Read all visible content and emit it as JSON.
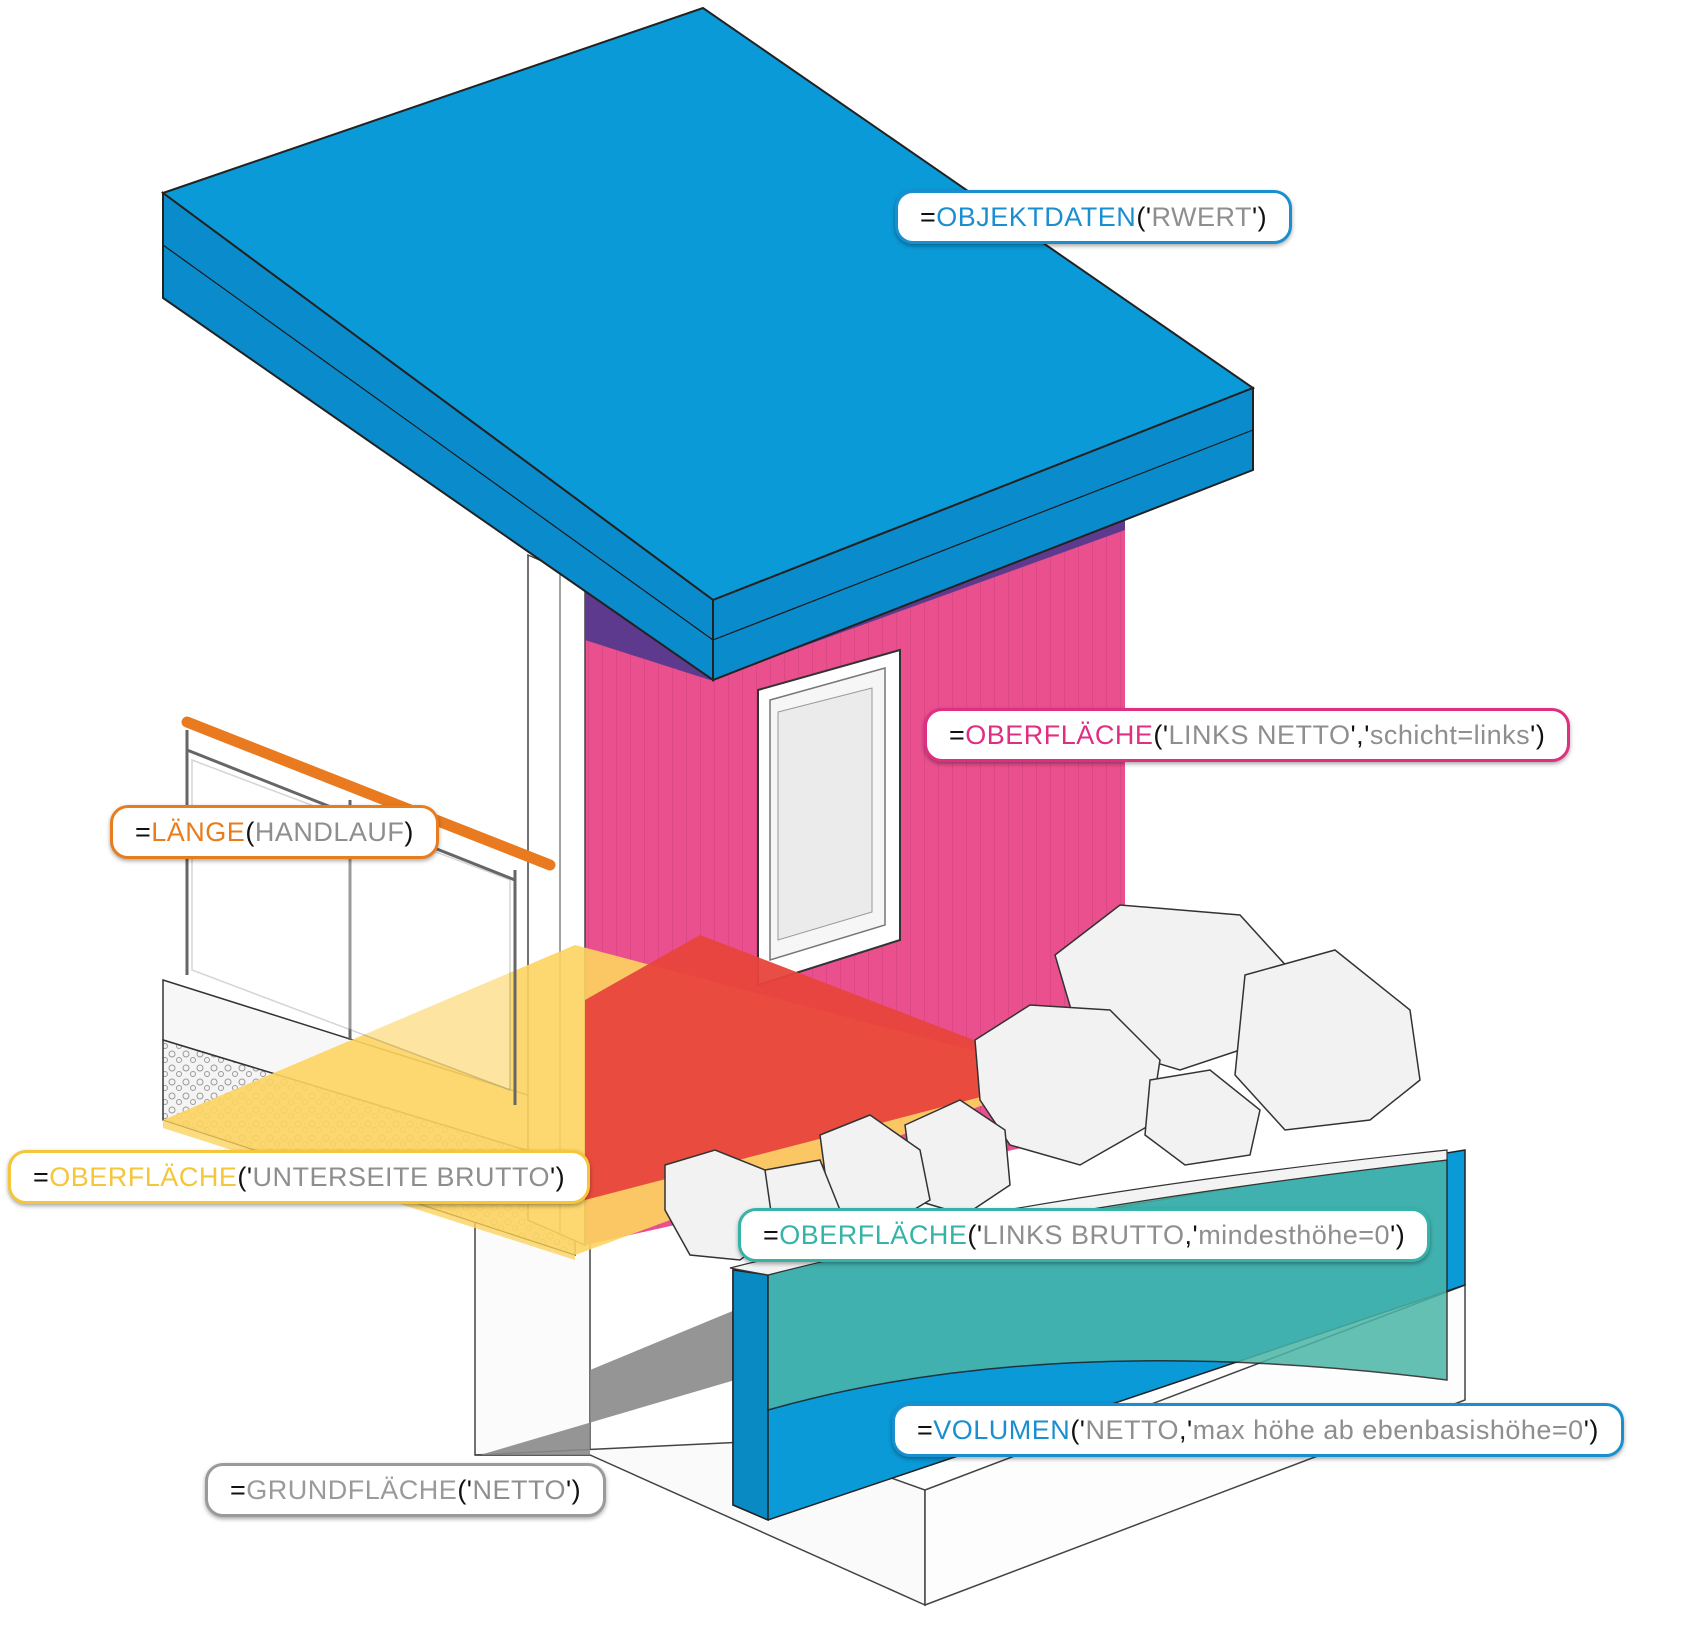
{
  "colors": {
    "roof": "#0a9ad8",
    "wall_left": "#ea4f8e",
    "overlap_purple": "#5e3a8e",
    "floor_yellow": "#fdd35f",
    "floor_red": "#e8453c",
    "handrail": "#ea7a1f",
    "teal": "#4bb6a8",
    "volume_blue": "#0a9ad8",
    "ground_gray": "#8a8a8a"
  },
  "callouts": [
    {
      "id": "objektdaten",
      "color": "#1a8fd0",
      "parts": [
        {
          "t": "=",
          "c": "black"
        },
        {
          "t": "OBJEKTDATEN",
          "c": "accent"
        },
        {
          "t": "(",
          "c": "black"
        },
        {
          "t": "'",
          "c": "black"
        },
        {
          "t": "RWERT",
          "c": "gray"
        },
        {
          "t": "')",
          "c": "black"
        }
      ]
    },
    {
      "id": "oberflaeche-links-netto",
      "color": "#df2f83",
      "parts": [
        {
          "t": "=",
          "c": "black"
        },
        {
          "t": "OBERFLÄCHE",
          "c": "accent"
        },
        {
          "t": "('",
          "c": "black"
        },
        {
          "t": "LINKS NETTO",
          "c": "gray"
        },
        {
          "t": "','",
          "c": "black"
        },
        {
          "t": "schicht=links",
          "c": "gray"
        },
        {
          "t": "')",
          "c": "black"
        }
      ]
    },
    {
      "id": "laenge-handlauf",
      "color": "#e87d1e",
      "parts": [
        {
          "t": "=",
          "c": "black"
        },
        {
          "t": "LÄNGE",
          "c": "accent"
        },
        {
          "t": "(",
          "c": "black"
        },
        {
          "t": "HANDLAUF",
          "c": "gray"
        },
        {
          "t": ")",
          "c": "black"
        }
      ]
    },
    {
      "id": "oberflaeche-unterseite-brutto",
      "color": "#f5c53a",
      "parts": [
        {
          "t": "=",
          "c": "black"
        },
        {
          "t": "OBERFLÄCHE",
          "c": "accent"
        },
        {
          "t": "('",
          "c": "black"
        },
        {
          "t": "UNTERSEITE BRUTTO",
          "c": "gray"
        },
        {
          "t": "')",
          "c": "black"
        }
      ]
    },
    {
      "id": "oberflaeche-links-brutto",
      "color": "#36b3a8",
      "parts": [
        {
          "t": "=",
          "c": "black"
        },
        {
          "t": "OBERFLÄCHE",
          "c": "accent"
        },
        {
          "t": "('",
          "c": "black"
        },
        {
          "t": "LINKS BRUTTO",
          "c": "gray"
        },
        {
          "t": ",'",
          "c": "black"
        },
        {
          "t": "mindesthöhe=0",
          "c": "gray"
        },
        {
          "t": "')",
          "c": "black"
        }
      ]
    },
    {
      "id": "volumen-netto",
      "color": "#1a8fd0",
      "parts": [
        {
          "t": "=",
          "c": "black"
        },
        {
          "t": "VOLUMEN",
          "c": "accent"
        },
        {
          "t": "('",
          "c": "black"
        },
        {
          "t": "NETTO",
          "c": "gray"
        },
        {
          "t": ",'",
          "c": "black"
        },
        {
          "t": "max höhe ab ebenbasishöhe=0",
          "c": "gray"
        },
        {
          "t": "')",
          "c": "black"
        }
      ]
    },
    {
      "id": "grundflaeche-netto",
      "color": "#9a9a9a",
      "parts": [
        {
          "t": "=",
          "c": "black"
        },
        {
          "t": "GRUNDFLÄCHE",
          "c": "accent"
        },
        {
          "t": "('",
          "c": "black"
        },
        {
          "t": "NETTO",
          "c": "gray"
        },
        {
          "t": "')",
          "c": "black"
        }
      ]
    }
  ]
}
